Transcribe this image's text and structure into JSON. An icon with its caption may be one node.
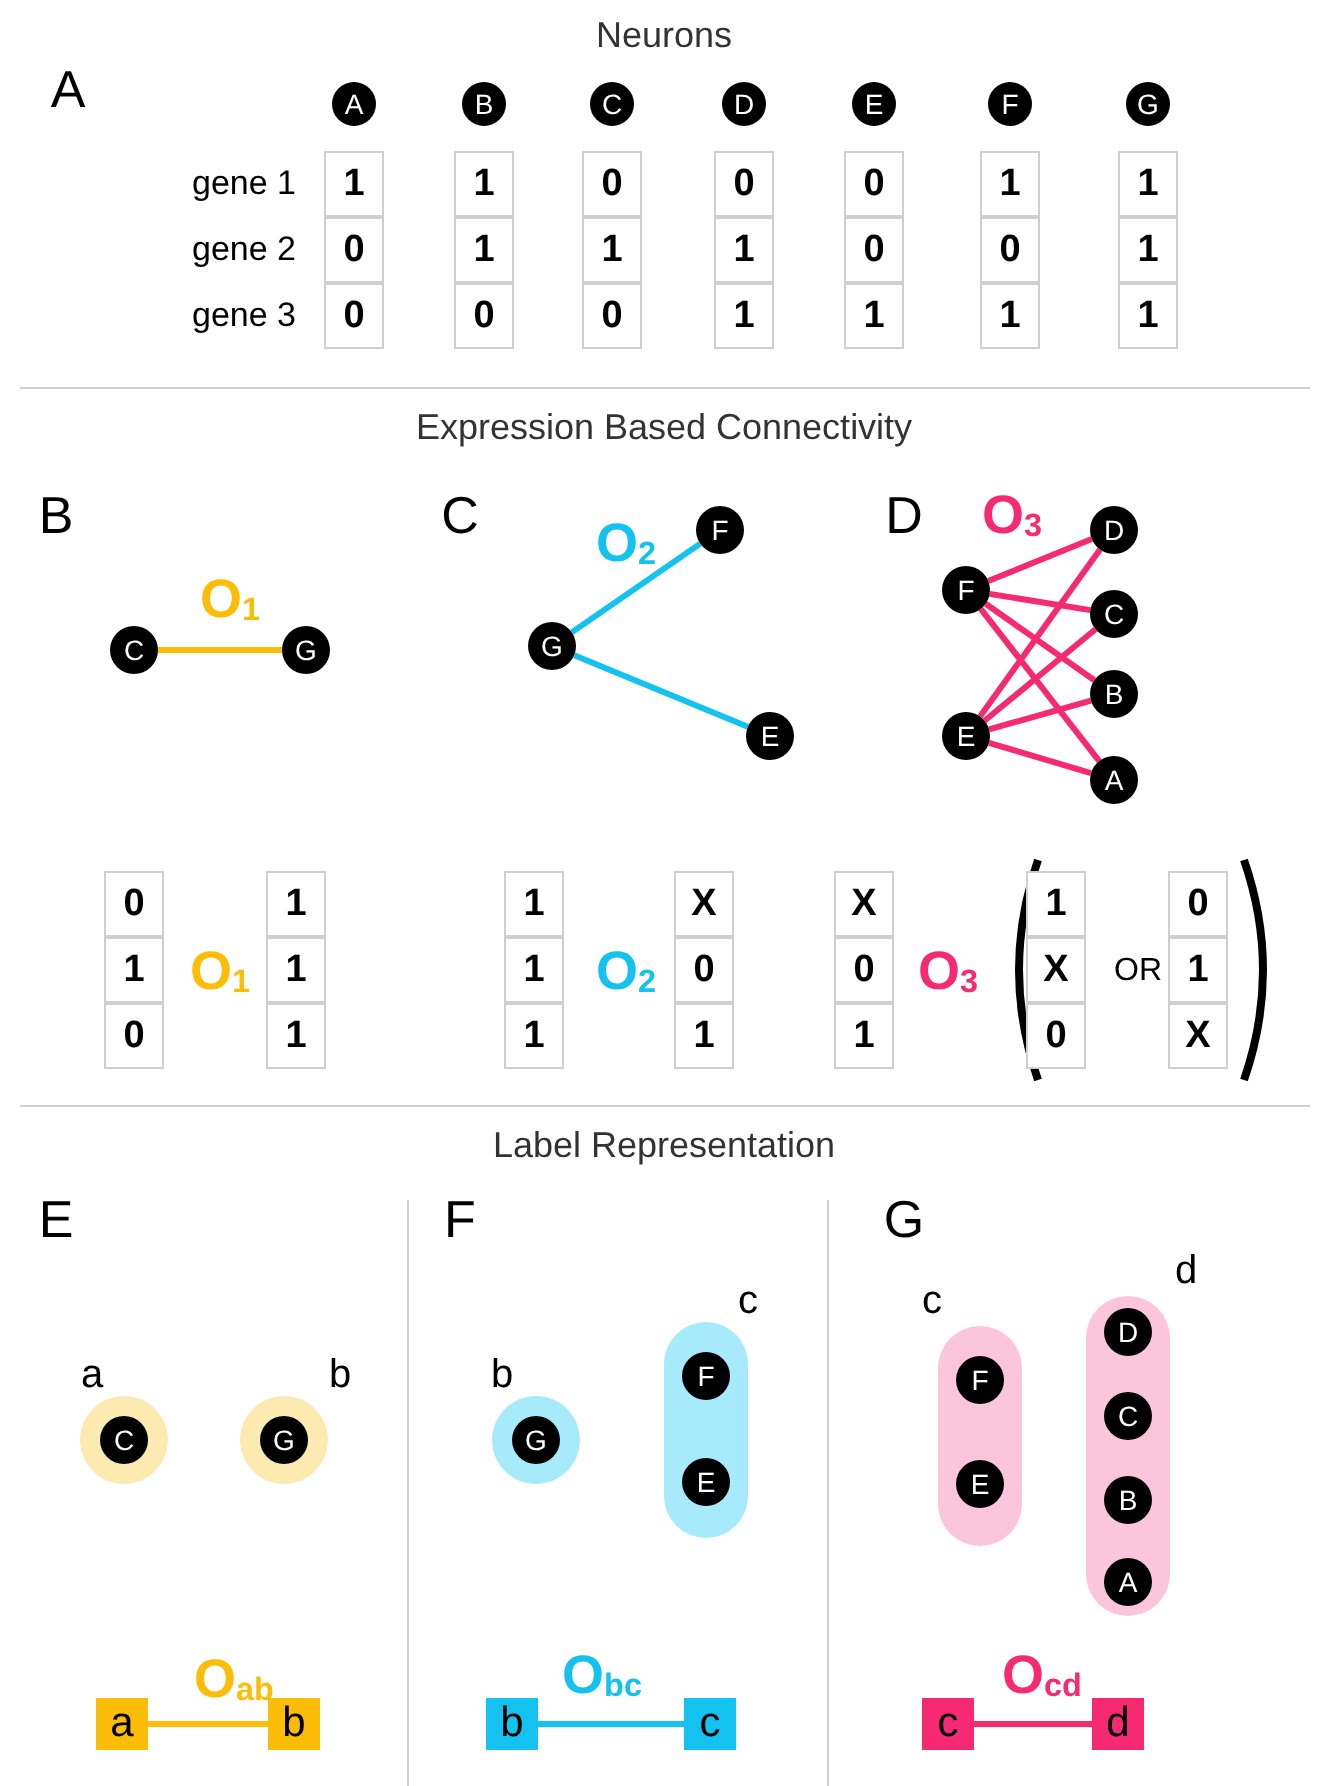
{
  "diagram": {
    "nodes": [
      {
        "text": [
          "A"
        ]
      },
      {
        "text": [
          "B"
        ]
      },
      {
        "text": [
          "C"
        ]
      },
      {
        "text": [
          "D"
        ]
      },
      {
        "text": [
          "E"
        ]
      },
      {
        "text": [
          "F"
        ]
      },
      {
        "text": [
          "G"
        ]
      },
      {
        "text": [
          "C"
        ]
      },
      {
        "text": [
          "G"
        ]
      },
      {
        "text": [
          "G"
        ]
      },
      {
        "text": [
          "F"
        ]
      },
      {
        "text": [
          "E"
        ]
      },
      {
        "text": [
          "F"
        ]
      },
      {
        "text": [
          "E"
        ]
      },
      {
        "text": [
          "D"
        ]
      },
      {
        "text": [
          "C"
        ]
      },
      {
        "text": [
          "B"
        ]
      },
      {
        "text": [
          "A"
        ]
      },
      {
        "text": [],
        "shape": "circle",
        "beside": [
          "a"
        ]
      },
      {
        "text": [
          "C"
        ],
        "in": 18
      },
      {
        "text": [],
        "shape": "circle",
        "beside": [
          "b"
        ]
      },
      {
        "text": [
          "G"
        ],
        "in": 20
      },
      {
        "text": [],
        "shape": "circle",
        "beside": [
          "b"
        ]
      },
      {
        "text": [
          "G"
        ],
        "in": 22
      },
      {
        "text": [],
        "shape": "box",
        "beside": [
          "c"
        ]
      },
      {
        "text": [
          "F"
        ],
        "in": 24
      },
      {
        "text": [
          "E"
        ],
        "in": 24
      },
      {
        "text": [],
        "shape": "box",
        "beside": [
          "c"
        ]
      },
      {
        "text": [
          "F"
        ],
        "in": 27
      },
      {
        "text": [
          "E"
        ],
        "in": 27
      },
      {
        "text": [],
        "shape": "box",
        "beside": [
          "d"
        ]
      },
      {
        "text": [
          "D"
        ],
        "in": 30
      },
      {
        "text": [
          "C"
        ],
        "in": 30
      },
      {
        "text": [
          "B"
        ],
        "in": 30
      },
      {
        "text": [
          "A"
        ],
        "in": 30
      },
      {
        "text": [
          "a"
        ]
      },
      {
        "text": [
          "b"
        ]
      },
      {
        "text": [
          "b"
        ]
      },
      {
        "text": [
          "c"
        ]
      },
      {
        "text": [
          "c"
        ]
      },
      {
        "text": [
          "d"
        ]
      }
    ],
    "edges": [
      {
        "from": 7,
        "to": 8,
        "arrow": "none",
        "label": "O$_{1}$",
        "color": "#fbbd08"
      },
      {
        "from": 9,
        "to": 10,
        "arrow": "none",
        "label": "O$_{2}$",
        "color": "#14c2ef"
      },
      {
        "from": 9,
        "to": 11,
        "arrow": "none",
        "color": "#14c2ef"
      },
      {
        "from": 12,
        "to": 14,
        "arrow": "none",
        "label": "O$_{3}$",
        "color": "#f52a72"
      },
      {
        "from": 12,
        "to": 15,
        "arrow": "none",
        "color": "#f52a72"
      },
      {
        "from": 12,
        "to": 16,
        "arrow": "none",
        "color": "#f52a72"
      },
      {
        "from": 12,
        "to": 17,
        "arrow": "none",
        "color": "#f52a72"
      },
      {
        "from": 13,
        "to": 14,
        "arrow": "none",
        "color": "#f52a72"
      },
      {
        "from": 13,
        "to": 15,
        "arrow": "none",
        "color": "#f52a72"
      },
      {
        "from": 13,
        "to": 16,
        "arrow": "none",
        "color": "#f52a72"
      },
      {
        "from": 13,
        "to": 17,
        "arrow": "none",
        "color": "#f52a72"
      },
      {
        "from": 35,
        "to": 36,
        "arrow": "none",
        "label": "O$_{ab}$",
        "color": "#fbbd08"
      },
      {
        "from": 37,
        "to": 38,
        "arrow": "none",
        "label": "O$_{bc}$",
        "color": "#14c2ef"
      },
      {
        "from": 39,
        "to": 40,
        "arrow": "none",
        "label": "O$_{cd}$",
        "color": "#f52a72"
      }
    ],
    "labels": [
      "Neurons",
      "A",
      "gene 1",
      "1",
      "1",
      "0",
      "0",
      "0",
      "1",
      "1",
      "gene 2",
      "0",
      "1",
      "1",
      "1",
      "0",
      "0",
      "1",
      "gene 3",
      "0",
      "0",
      "0",
      "1",
      "1",
      "1",
      "1",
      "Expression Based Connectivity",
      "B",
      "C",
      "D",
      "0",
      "1",
      "0",
      "O$_{1}$",
      "1",
      "1",
      "1",
      "1",
      "1",
      "1",
      "O$_{2}$",
      "X",
      "0",
      "1",
      "X",
      "0",
      "1",
      "O$_{3}$",
      "1",
      "X",
      "0",
      "OR",
      "0",
      "1",
      "X",
      "Label Representation",
      "E",
      "F",
      "G"
    ]
  }
}
